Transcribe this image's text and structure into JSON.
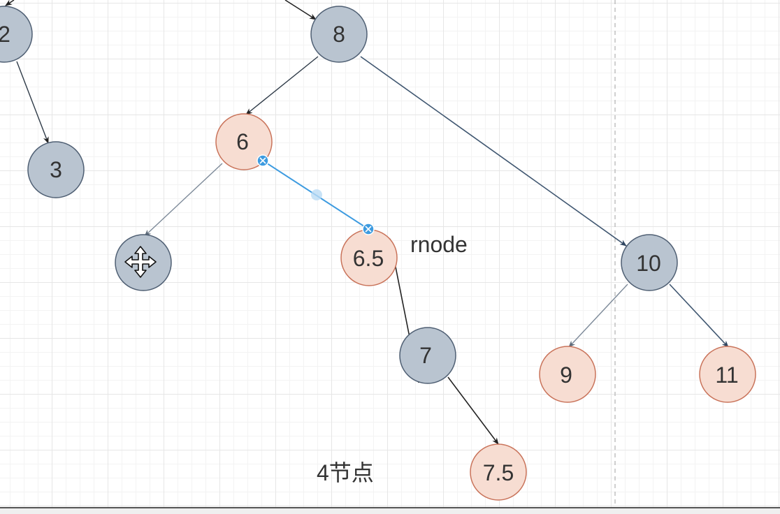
{
  "colors": {
    "blue_fill": "#b9c4d0",
    "blue_stroke": "#4f5f73",
    "red_fill": "#f7ddd2",
    "red_stroke": "#c9735a",
    "edge_dark": "#222222",
    "edge_gray": "#7d8a99",
    "edge_slate": "#3f5670",
    "selection": "#3d9be0"
  },
  "nodes": {
    "n2": "2",
    "n3": "3",
    "n8": "8",
    "n6": "6",
    "n6_5": "6.5",
    "n7": "7",
    "n7_5": "7.5",
    "n10": "10",
    "n9": "9",
    "n11": "11"
  },
  "labels": {
    "rnode": "rnode",
    "four_nodes": "4节点"
  },
  "icons": {
    "move_handle": "move-icon"
  }
}
